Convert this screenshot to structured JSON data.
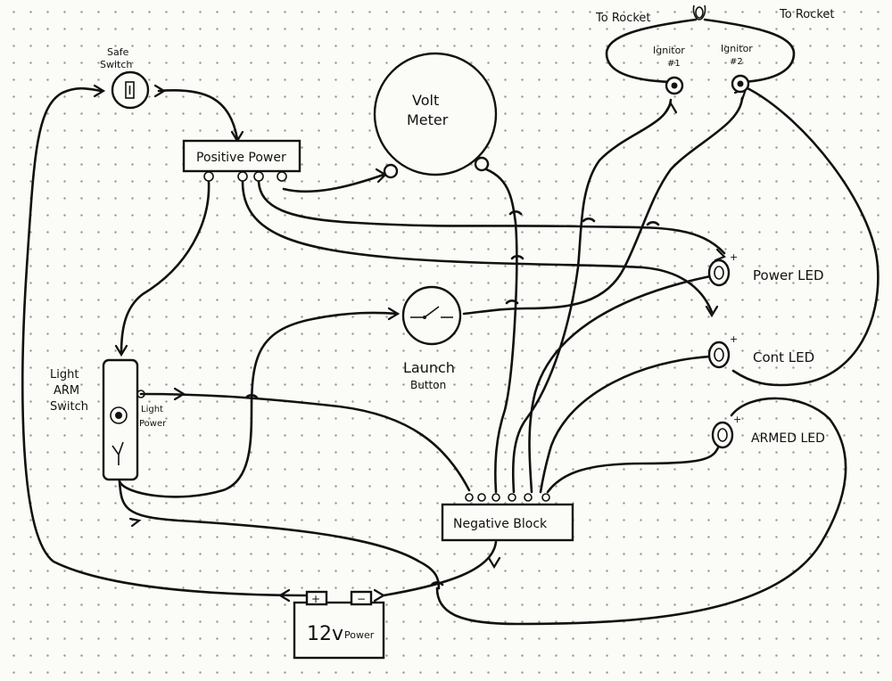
{
  "labels": {
    "to_rocket_left": "To Rocket",
    "to_rocket_right": "To Rocket",
    "ignitor_1_line1": "Ignitor",
    "ignitor_1_line2": "#1",
    "ignitor_2_line1": "Ignitor",
    "ignitor_2_line2": "#2",
    "safe_switch_line1": "Safe",
    "safe_switch_line2": "Switch",
    "volt_meter_line1": "Volt",
    "volt_meter_line2": "Meter",
    "positive_power": "Positive Power",
    "launch_button_line1": "Launch",
    "launch_button_line2": "Button",
    "light_arm_line1": "Light",
    "light_arm_line2": "ARM",
    "light_arm_line3": "Switch",
    "light_power_line1": "Light",
    "light_power_line2": "Power",
    "power_led": "Power LED",
    "cont_led": "Cont LED",
    "armed_led": "ARMED LED",
    "negative_block": "Negative Block",
    "power_12v_big": "12v",
    "power_12v_small": "Power",
    "plus": "+",
    "minus": "−",
    "led_plus": "+"
  },
  "colors": {
    "ink": "#111111",
    "paper": "#fbfbf7",
    "grid_dot": "#9a9a9a"
  }
}
